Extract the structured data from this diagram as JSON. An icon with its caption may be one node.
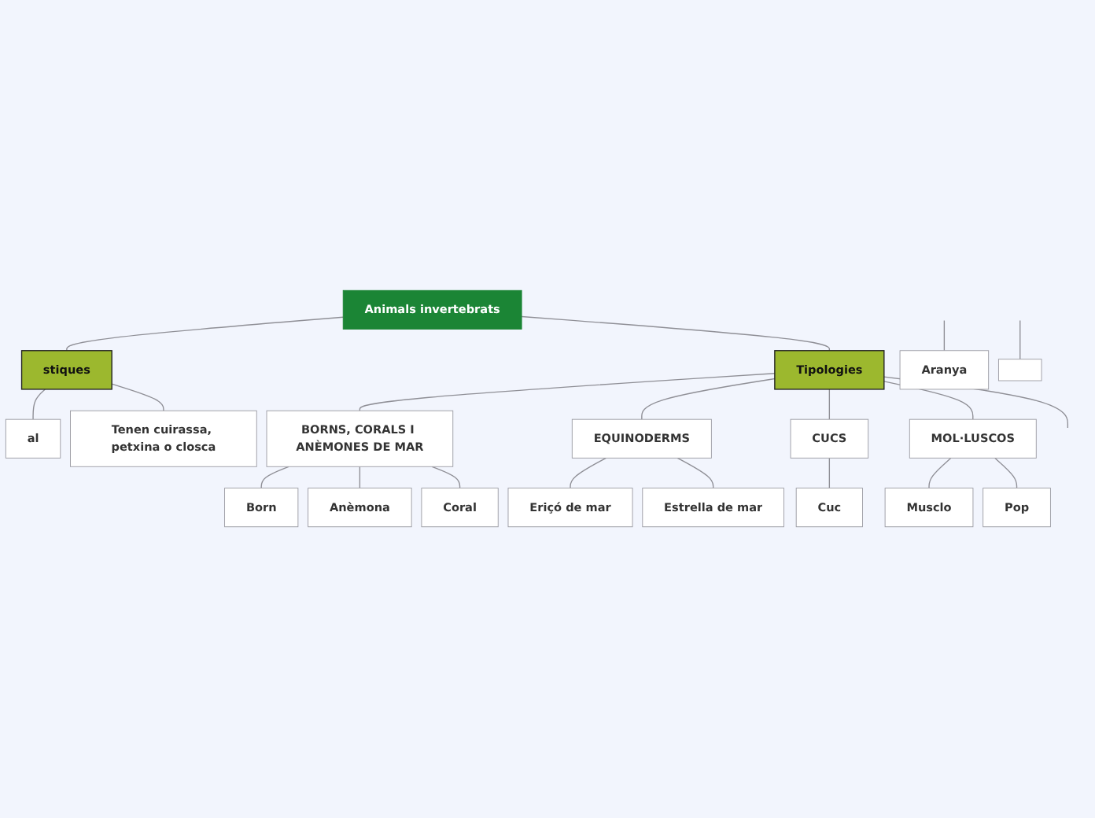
{
  "diagram": {
    "nodes": [
      {
        "text": [
          "Animals invertebrats"
        ]
      },
      {
        "text": [
          "stiques"
        ]
      },
      {
        "text": [
          "al"
        ]
      },
      {
        "text": [
          "Tenen cuirassa, petxina o closca"
        ]
      },
      {
        "text": [
          "Tipologies"
        ]
      },
      {
        "text": [
          "BORNS, CORALS I ANÈMONES DE MAR"
        ]
      },
      {
        "text": [
          "Born"
        ]
      },
      {
        "text": [
          "Anèmona"
        ]
      },
      {
        "text": [
          "Coral"
        ]
      },
      {
        "text": [
          "EQUINODERMS"
        ]
      },
      {
        "text": [
          "Eriçó de mar"
        ]
      },
      {
        "text": [
          "Estrella de mar"
        ]
      },
      {
        "text": [
          "CUCS"
        ]
      },
      {
        "text": [
          "Cuc"
        ]
      },
      {
        "text": [
          "MOL·LUSCOS"
        ]
      },
      {
        "text": [
          "Musclo"
        ]
      },
      {
        "text": [
          "Pop"
        ]
      },
      {
        "text": [
          "Aranya"
        ]
      },
      {
        "text": [],
        "shape": "box"
      }
    ],
    "edges": [
      {
        "from": 0,
        "to": 1,
        "arrow": "none"
      },
      {
        "from": 1,
        "to": 2,
        "arrow": "none"
      },
      {
        "from": 1,
        "to": 3,
        "arrow": "none"
      },
      {
        "from": 0,
        "to": 4,
        "arrow": "none"
      },
      {
        "from": 4,
        "to": 5,
        "arrow": "none"
      },
      {
        "from": 5,
        "to": 6,
        "arrow": "none"
      },
      {
        "from": 5,
        "to": 7,
        "arrow": "none"
      },
      {
        "from": 5,
        "to": 8,
        "arrow": "none"
      },
      {
        "from": 4,
        "to": 9,
        "arrow": "none"
      },
      {
        "from": 9,
        "to": 10,
        "arrow": "none"
      },
      {
        "from": 9,
        "to": 11,
        "arrow": "none"
      },
      {
        "from": 4,
        "to": 12,
        "arrow": "none"
      },
      {
        "from": 12,
        "to": 13,
        "arrow": "none"
      },
      {
        "from": 4,
        "to": 14,
        "arrow": "none"
      },
      {
        "from": 14,
        "to": 15,
        "arrow": "none"
      },
      {
        "from": 14,
        "to": 16,
        "arrow": "none"
      },
      {
        "from": 4,
        "to": null,
        "arrow": "none"
      },
      {
        "from": null,
        "to": 17,
        "arrow": "none"
      },
      {
        "from": null,
        "to": 18,
        "arrow": "none"
      }
    ]
  }
}
